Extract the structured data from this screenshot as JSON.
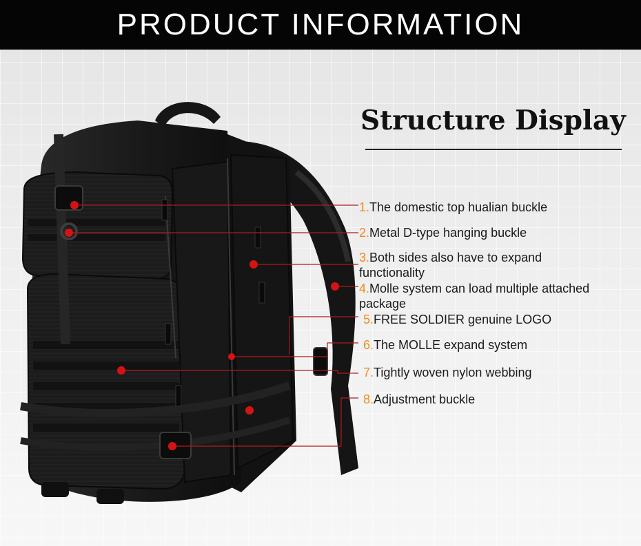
{
  "banner": {
    "title": "PRODUCT INFORMATION"
  },
  "section": {
    "title": "Structure Display"
  },
  "callouts": [
    {
      "num": "1.",
      "text": "The domestic top hualian buckle"
    },
    {
      "num": "2.",
      "text": "Metal D-type hanging buckle"
    },
    {
      "num": "3.",
      "text": "Both sides also have to expand",
      "text2": "functionality"
    },
    {
      "num": "4.",
      "text": "Molle system can load multiple attached",
      "text2": "package"
    },
    {
      "num": "5.",
      "text": "FREE SOLDIER genuine LOGO"
    },
    {
      "num": "6.",
      "text": "The MOLLE expand system"
    },
    {
      "num": "7.",
      "text": "Tightly woven nylon webbing"
    },
    {
      "num": "8.",
      "text": "Adjustment buckle"
    }
  ],
  "colors": {
    "banner_bg": "#050505",
    "callout_line": "#b11a1a",
    "marker": "#d41414",
    "number": "#f28a1a",
    "bag": "#1b1b1b"
  }
}
